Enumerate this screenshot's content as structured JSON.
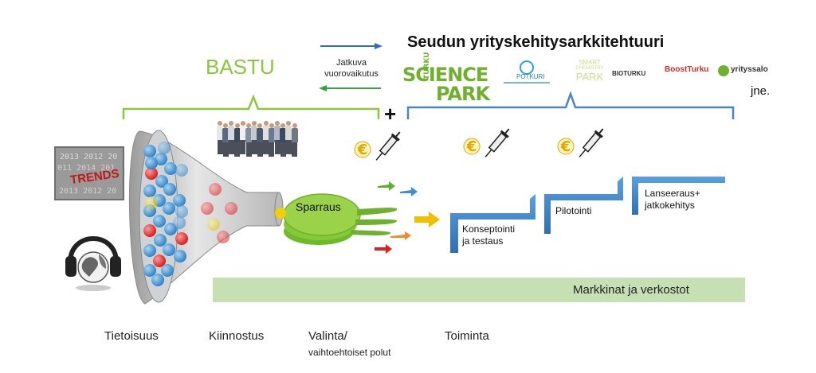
{
  "header": {
    "title": "Seudun yrityskehitysarkkitehtuuri",
    "bastu": "BASTU",
    "arrows_caption_line1": "Jatkuva",
    "arrows_caption_line2": "vuorovaikutus",
    "plus": "+",
    "etc": "jne."
  },
  "logos": {
    "sciencepark_small": "TURKU",
    "sciencepark_line1": "SCIENCE",
    "sciencepark_line2": "PARK",
    "potkuri": "POTKURI",
    "smart_line1": "SMART",
    "smart_line2": "CHEMISTRY",
    "smart_line3": "PARK",
    "bioturku": "BIOTURKU",
    "boostturku": "BoostTurku",
    "yrityssalo": "yrityssalo"
  },
  "images": {
    "trends_word": "TRENDS"
  },
  "funnel": {
    "sparraus": "Sparraus"
  },
  "steps": {
    "step1_line1": "Konseptointi",
    "step1_line2": "ja testaus",
    "step2": "Pilotointi",
    "step3_line1": "Lanseeraus+",
    "step3_line2": "jatkokehitys"
  },
  "market_bar": "Markkinat ja verkostot",
  "stages": {
    "tietoisuus": "Tietoisuus",
    "kiinnostus": "Kiinnostus",
    "valinta": "Valinta/",
    "valinta_sub": "vaihtoehtoiset polut",
    "toiminta": "Toiminta"
  },
  "colors": {
    "green": "#8cc63f",
    "blue": "#4a86c5",
    "bar": "#c6e0b4",
    "euro": "#f0b400"
  }
}
